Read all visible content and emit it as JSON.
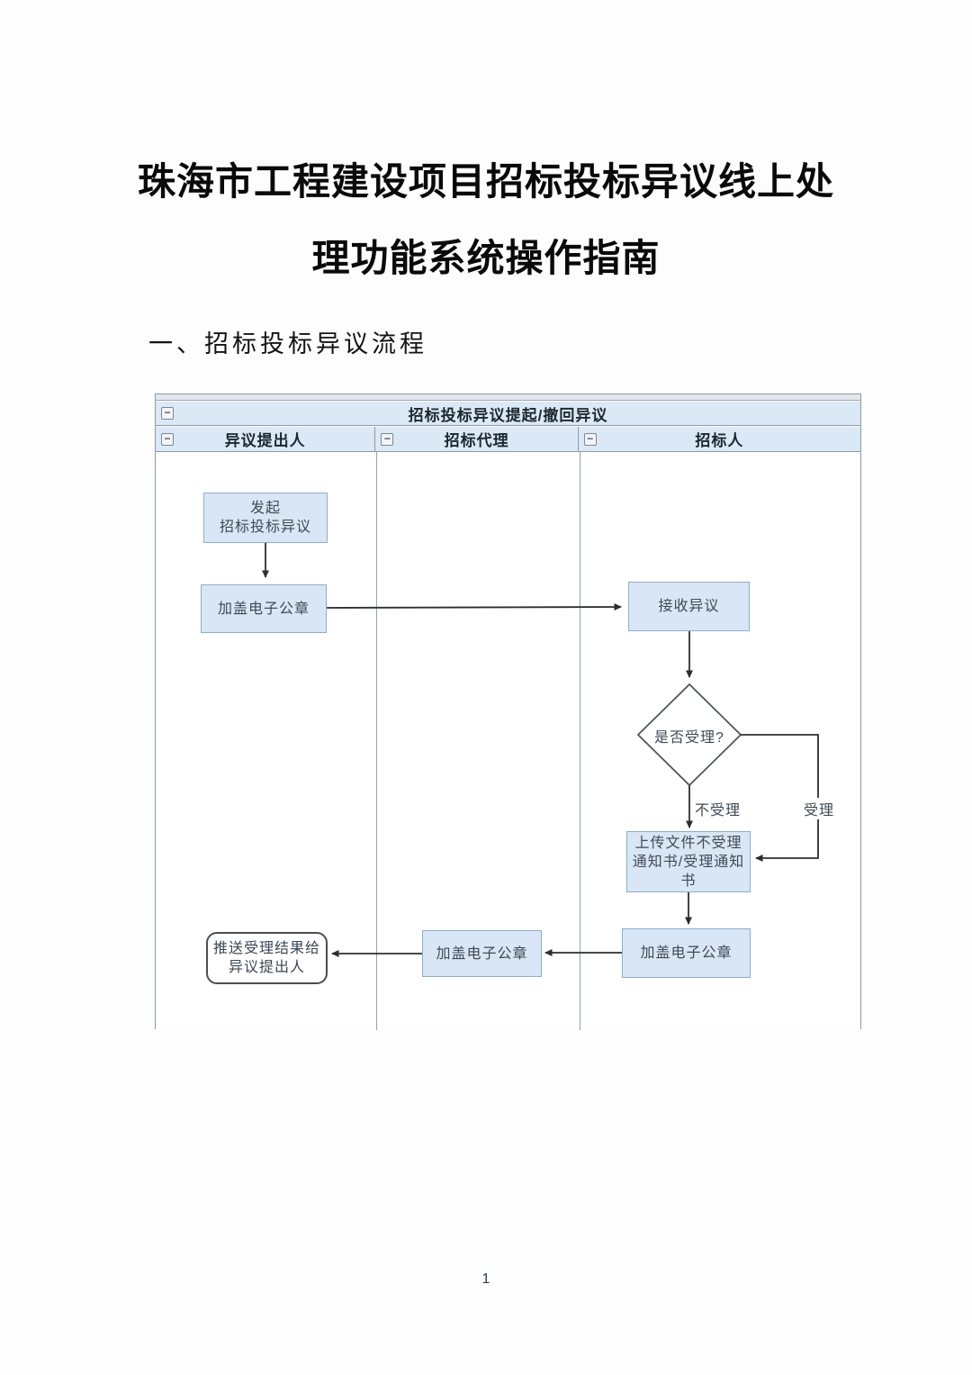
{
  "doc": {
    "title_line1": "珠海市工程建设项目招标投标异议线上处",
    "title_line2": "理功能系统操作指南",
    "section_heading": "一、招标投标异议流程",
    "page_number": "1"
  },
  "flowchart": {
    "pool_title": "招标投标异议提起/撤回异议",
    "collapse_glyph": "−",
    "lanes": [
      "异议提出人",
      "招标代理",
      "招标人"
    ],
    "nodes": {
      "initiate_l1": "发起",
      "initiate_l2": "招标投标异议",
      "seal_requester": "加盖电子公章",
      "receive": "接收异议",
      "decision": "是否受理?",
      "upload_l1": "上传文件不受理",
      "upload_l2": "通知书/受理通知",
      "upload_l3": "书",
      "seal_bidder": "加盖电子公章",
      "seal_agency": "加盖电子公章",
      "push_l1": "推送受理结果给",
      "push_l2": "异议提出人"
    },
    "edge_labels": {
      "reject": "不受理",
      "accept": "受理"
    },
    "colors": {
      "node_fill": "#d8e6f5",
      "node_border": "#8fadcd",
      "header_fill": "#dbe8f6",
      "lane_border": "#8e99a4",
      "arrow": "#2e2e2e",
      "end_node_border": "#4d4d4d"
    }
  }
}
